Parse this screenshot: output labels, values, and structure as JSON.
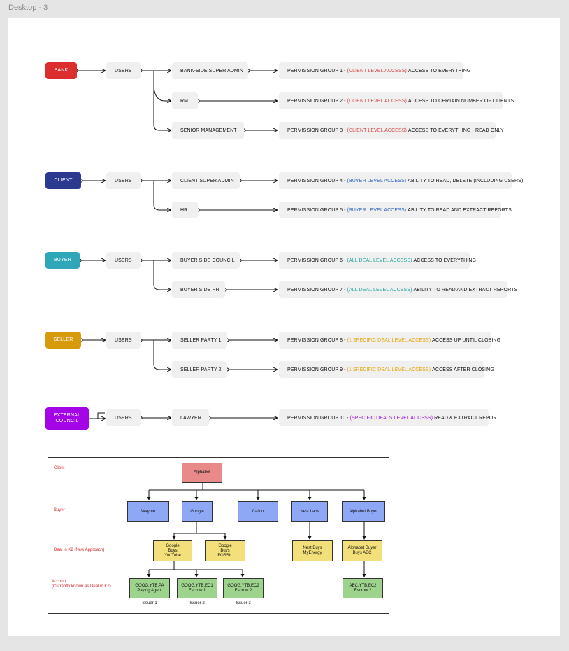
{
  "frame_title": "Desktop - 3",
  "colors": {
    "bank": "#dc2e2e",
    "client": "#2b3a8e",
    "buyer": "#2fa7b8",
    "seller": "#d79a0c",
    "external": "#a305e6",
    "client_level": "#d84545",
    "buyer_level": "#3266c4",
    "all_deal_level": "#1fa49c",
    "specific_deal_level": "#e3a70c",
    "specific_deals_level": "#a40fd8"
  },
  "roles": {
    "bank": "BANK",
    "client": "CLIENT",
    "buyer": "BUYER",
    "seller": "SELLER",
    "external": "EXTERNAL COUNCIL"
  },
  "users_label": "USERS",
  "user_types": {
    "bank_super_admin": "BANK-SIDE SUPER ADMIN",
    "rm": "RM",
    "senior_management": "SENIOR MANAGEMENT",
    "client_super_admin": "CLIENT SUPER ADMIN",
    "hr": "HR",
    "buyer_side_council": "BUYER SIDE COUNCIL",
    "buyer_side_hr": "BUYER SIDE HR",
    "seller_party_1": "SELLER PARTY 1",
    "seller_party_2": "SELLER PARTY 2",
    "lawyer": "LAWYER"
  },
  "permissions": [
    {
      "prefix": "PERMISSION GROUP 1 -",
      "level": "(CLIENT LEVEL ACCESS)",
      "suffix": "ACCESS TO EVERYTHING"
    },
    {
      "prefix": "PERMISSION GROUP 2 -",
      "level": "(CLIENT LEVEL ACCESS)",
      "suffix": "ACCESS TO CERTAIN NUMBER OF CLIENTS"
    },
    {
      "prefix": "PERMISSION GROUP 3 -",
      "level": "(CLIENT LEVEL ACCESS)",
      "suffix": "ACCESS TO EVERYTHING - READ ONLY"
    },
    {
      "prefix": "PERMISSION GROUP 4 -",
      "level": "(BUYER LEVEL ACCESS)",
      "suffix": "ABILITY TO READ, DELETE (INCLUDING USERS)"
    },
    {
      "prefix": "PERMISSION GROUP 5 -",
      "level": "(BUYER LEVEL ACCESS)",
      "suffix": "ABILITY TO READ AND EXTRACT REPORTS"
    },
    {
      "prefix": "PERMISSION GROUP 6 -",
      "level": "(ALL DEAL LEVEL ACCESS)",
      "suffix": "ACCESS TO EVERYTHING"
    },
    {
      "prefix": "PERMISSION GROUP 7 -",
      "level": "(ALL DEAL LEVEL ACCESS)",
      "suffix": "ABILITY TO READ AND EXTRACT REPORTS"
    },
    {
      "prefix": "PERMISSION GROUP 8 -",
      "level": "(1 SPECIFIC DEAL LEVEL ACCESS)",
      "suffix": "ACCESS UP UNTIL CLOSING"
    },
    {
      "prefix": "PERMISSION GROUP 9 -",
      "level": "(1 SPECIFIC DEAL LEVEL ACCESS)",
      "suffix": "ACCESS AFTER CLOSING"
    },
    {
      "prefix": "PERMISSION GROUP 10 -",
      "level": "(SPECIFIC DEALS LEVEL ACCESS)",
      "suffix": "READ & EXTRACT REPORT"
    }
  ],
  "org_chart": {
    "labels": {
      "client": "Client",
      "buyer": "Buyer",
      "deal": "Deal in K2 (New Approach)",
      "account_line1": "Account",
      "account_line2": "(Currently known as Deal in K2)"
    },
    "client": "Alphabet",
    "buyers": [
      "Waymo",
      "Google",
      "Calico",
      "Nest Labs",
      "Alphabet Buyer"
    ],
    "deals": [
      "Google Buys YouTube",
      "Google Buys FOSSIL",
      "Nest Buys MyEnergy",
      "Alphabet Buyer Buys ABC"
    ],
    "accounts": [
      {
        "code": "GOOG.YTB.PA",
        "name": "Paying Agent"
      },
      {
        "code": "GOOG.YTB.EC1",
        "name": "Escrow 1"
      },
      {
        "code": "GOOG.YTB.EC2",
        "name": "Escrow 2"
      },
      {
        "code": "ABC.YTB.EC2",
        "name": "Escrow 2"
      }
    ],
    "issuers": [
      "Issuer 1",
      "Issuer 2",
      "Issuer 3"
    ]
  }
}
